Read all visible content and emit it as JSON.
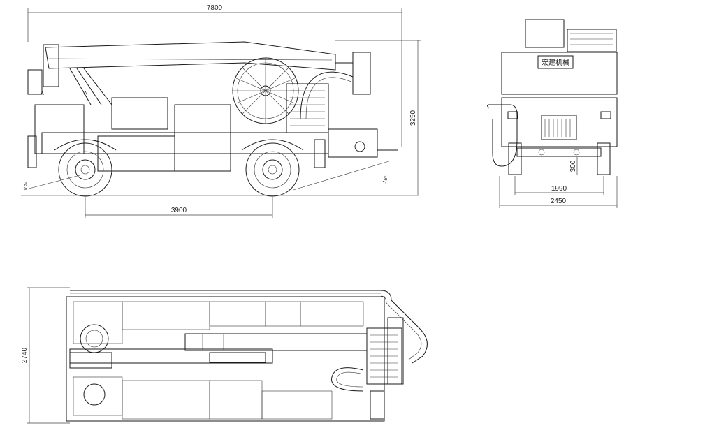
{
  "dimensions": {
    "overall_length": "7800",
    "overall_height": "3250",
    "wheelbase": "3900",
    "track_width": "1990",
    "overall_width": "2450",
    "ground_clearance": "300",
    "plan_width": "2740"
  },
  "angles": {
    "approach_angle": "17°",
    "departure_angle": "18°"
  },
  "side_view_marks": {
    "section_left": "A",
    "section_right": "A"
  },
  "rear_view": {
    "brand_badge": "宏建机械"
  },
  "colors": {
    "line": "#1a1a1a",
    "background": "#ffffff"
  }
}
